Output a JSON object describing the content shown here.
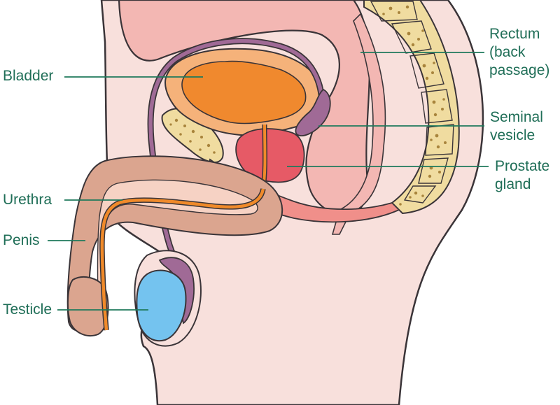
{
  "labels": {
    "bladder": "Bladder",
    "urethra": "Urethra",
    "penis": "Penis",
    "testicle": "Testicle",
    "rectum": [
      "Rectum",
      "(back",
      "passage)"
    ],
    "seminal_vesicle": [
      "Seminal",
      "vesicle"
    ],
    "prostate_gland": [
      "Prostate",
      "gland"
    ]
  },
  "colors": {
    "label_text": "#1f6e57",
    "leader_line": "#1f7a5c",
    "outline": "#3a3438",
    "skin": "#f8e0dc",
    "inner_tissue": "#f3b7b3",
    "bladder": "#f0892e",
    "bladder_wall": "#f5b27a",
    "prostate": "#e65a66",
    "vas_deferens": "#a06a96",
    "testicle": "#74c3ef",
    "epididymis": "#a06a96",
    "urethra": "#f08a2a",
    "penis_shaft": "#dba58f",
    "spine_bone": "#f0dca0",
    "bone_spots": "#a8843c"
  }
}
